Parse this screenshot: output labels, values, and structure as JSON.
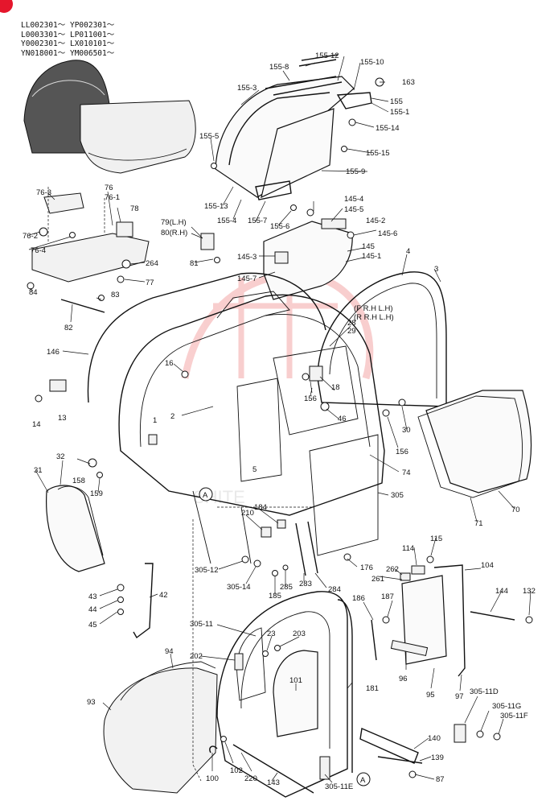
{
  "serials": [
    "LL002301～ YP002301～",
    "L0003301～ LP011001～",
    "Y0002301～ LX010101～",
    "YN018001～ YM006501～"
  ],
  "watermark": "SHITE",
  "badge_color": "#e5162c",
  "watermark_color": "#f4a7a7",
  "reference_marker": "A",
  "side_note": {
    "line1": "(F R.H L.H)",
    "line2": "(R R.H L.H)"
  },
  "callouts": {
    "c155_12": "155-12",
    "c155_10": "155-10",
    "c155_8": "155-8",
    "c163": "163",
    "c155_3": "155-3",
    "c155": "155",
    "c155_1": "155-1",
    "c155_14": "155-14",
    "c155_5": "155-5",
    "c155_15": "155-15",
    "c155_9": "155-9",
    "c155_13": "155-13",
    "c155_4": "155-4",
    "c155_7": "155-7",
    "c155_6": "155-6",
    "c145_4": "145-4",
    "c145_5": "145-5",
    "c145_2": "145-2",
    "c145_6": "145-6",
    "c145": "145",
    "c145_1": "145-1",
    "c145_3": "145-3",
    "c145_7": "145-7",
    "c76_3": "76-3",
    "c76": "76",
    "c76_1": "76-1",
    "c78": "78",
    "c76_2": "76-2",
    "c76_4": "76-4",
    "c79": "79(L.H)",
    "c80": "80(R.H)",
    "c81": "81",
    "c264": "264",
    "c77": "77",
    "c84": "84",
    "c83": "83",
    "c82": "82",
    "c4": "4",
    "c3": "3",
    "c28": "28",
    "c29": "29",
    "c146": "146",
    "c16": "16",
    "c2": "2",
    "c156a": "156",
    "c18": "18",
    "c46": "46",
    "c156b": "156",
    "c30": "30",
    "c74": "74",
    "c14": "14",
    "c13": "13",
    "c1": "1",
    "c5": "5",
    "c31": "31",
    "c32": "32",
    "c158": "158",
    "c159": "159",
    "c305": "305",
    "c70": "70",
    "c71": "71",
    "c210": "210",
    "c184": "184",
    "c305_12": "305-12",
    "c305_14": "305-14",
    "c185": "185",
    "c285": "285",
    "c283": "283",
    "c284": "284",
    "c176": "176",
    "c114": "114",
    "c115": "115",
    "c262": "262",
    "c261": "261",
    "c104": "104",
    "c144": "144",
    "c132": "132",
    "c43": "43",
    "c44": "44",
    "c45": "45",
    "c42": "42",
    "c305_11": "305-11",
    "c23": "23",
    "c203": "203",
    "c186": "186",
    "c187": "187",
    "c96": "96",
    "c95": "95",
    "c97": "97",
    "c202": "202",
    "c94": "94",
    "c93": "93",
    "c101": "101",
    "c181": "181",
    "c305_11d": "305-11D",
    "c305_11g": "305-11G",
    "c305_11f": "305-11F",
    "c140": "140",
    "c139": "139",
    "c87": "87",
    "c100": "100",
    "c102": "102",
    "c220": "220",
    "c143": "143",
    "c305_11e": "305-11E"
  }
}
